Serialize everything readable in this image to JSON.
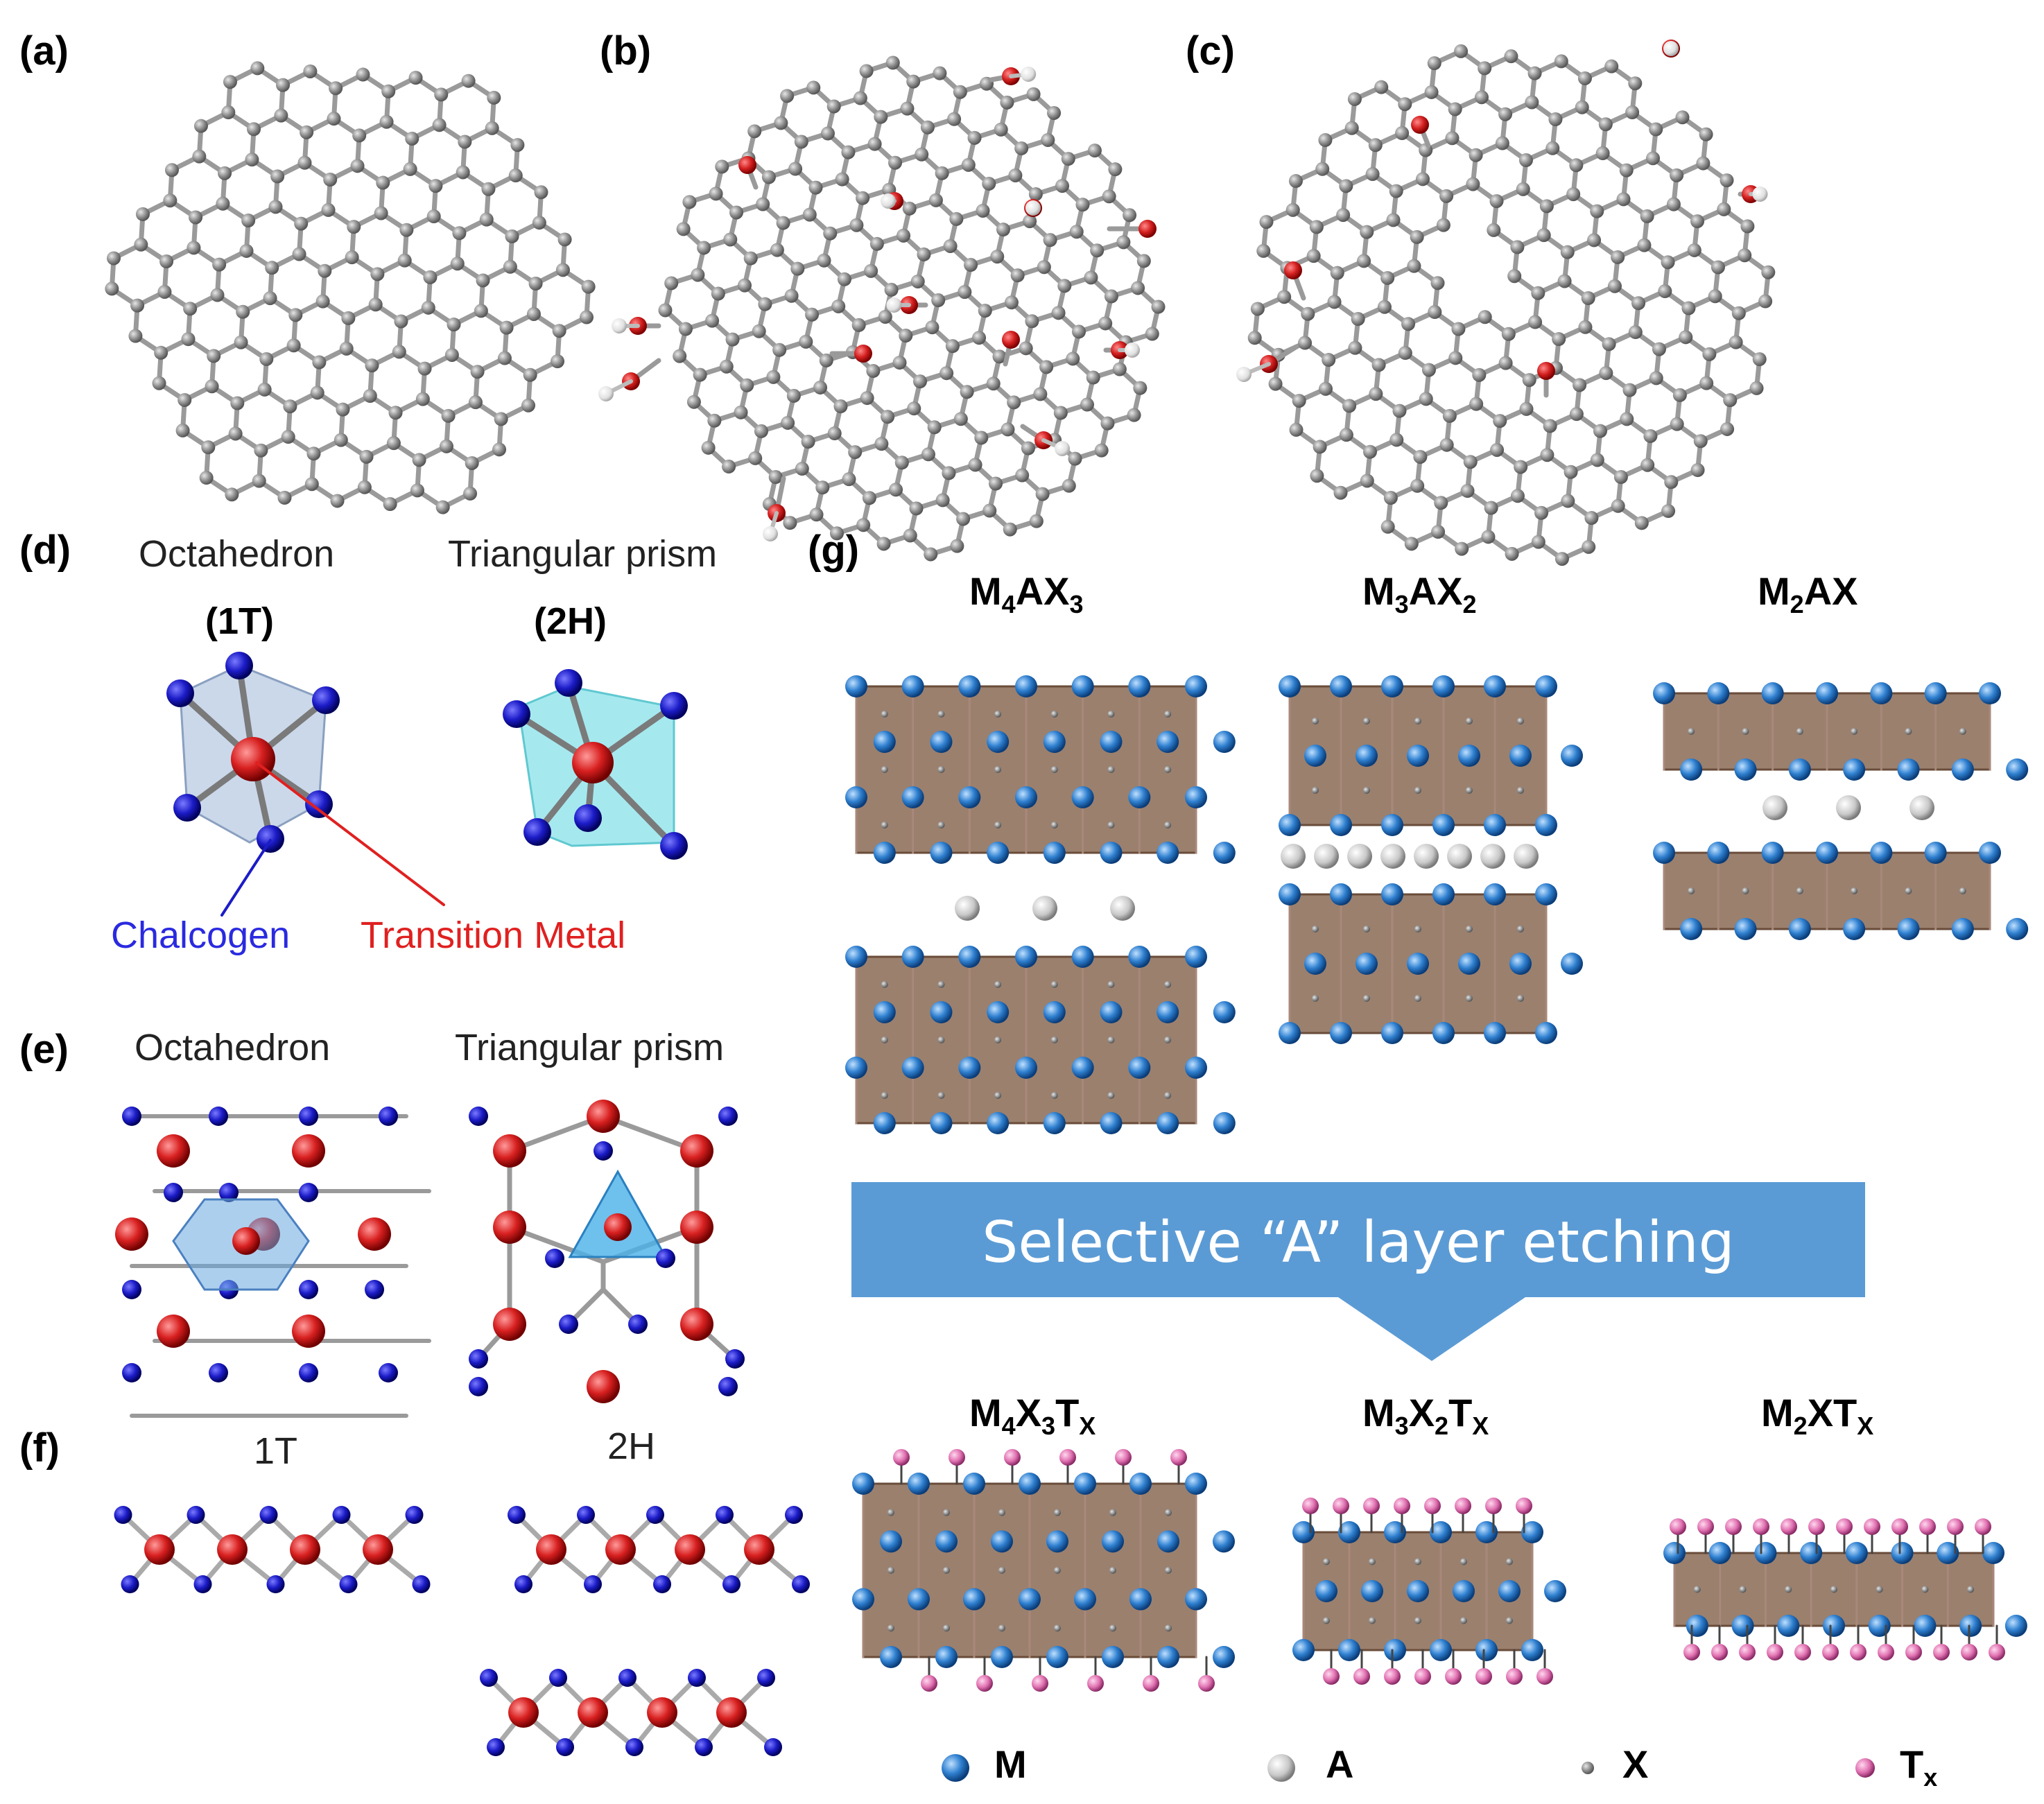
{
  "panels": {
    "a": {
      "letter": "(a)"
    },
    "b": {
      "letter": "(b)"
    },
    "c": {
      "letter": "(c)"
    },
    "d": {
      "letter": "(d)",
      "left_title": "Octahedron",
      "left_sub": "(1T)",
      "right_title": "Triangular prism",
      "right_sub": "(2H)",
      "chalcogen_label": "Chalcogen",
      "metal_label": "Transition Metal"
    },
    "e": {
      "letter": "(e)",
      "left_title": "Octahedron",
      "right_title": "Triangular prism"
    },
    "f": {
      "letter": "(f)",
      "left_title": "1T",
      "right_title": "2H"
    },
    "g": {
      "letter": "(g)",
      "max_phases": [
        {
          "m": "M",
          "m_sub": "4",
          "a": "A",
          "x": "X",
          "x_sub": "3",
          "t": "",
          "t_sub": ""
        },
        {
          "m": "M",
          "m_sub": "3",
          "a": "A",
          "x": "X",
          "x_sub": "2",
          "t": "",
          "t_sub": ""
        },
        {
          "m": "M",
          "m_sub": "2",
          "a": "A",
          "x": "X",
          "x_sub": "",
          "t": "",
          "t_sub": ""
        }
      ],
      "mxenes": [
        {
          "m": "M",
          "m_sub": "4",
          "a": "",
          "x": "X",
          "x_sub": "3",
          "t": "T",
          "t_sub": "X"
        },
        {
          "m": "M",
          "m_sub": "3",
          "a": "",
          "x": "X",
          "x_sub": "2",
          "t": "T",
          "t_sub": "X"
        },
        {
          "m": "M",
          "m_sub": "2",
          "a": "",
          "x": "X",
          "x_sub": "",
          "t": "T",
          "t_sub": "X"
        }
      ],
      "etching_label": "Selective “A” layer etching",
      "legend": [
        {
          "symbol": "M",
          "sub": "",
          "color": "#2f80d0"
        },
        {
          "symbol": "A",
          "sub": "",
          "color": "#c8c8c8"
        },
        {
          "symbol": "X",
          "sub": "",
          "color": "#333333"
        },
        {
          "symbol": "T",
          "sub": "x",
          "color": "#e070b0"
        }
      ]
    }
  },
  "colors": {
    "carbon": "#8c8c8c",
    "oxygen": "#d42020",
    "hydrogen": "#e8e8e8",
    "chalcogen": "#1c1cc8",
    "metal": "#d82020",
    "m_atom": "#2f80d0",
    "octa_fill": "#8a6a55",
    "arrow": "#5b9bd5"
  }
}
